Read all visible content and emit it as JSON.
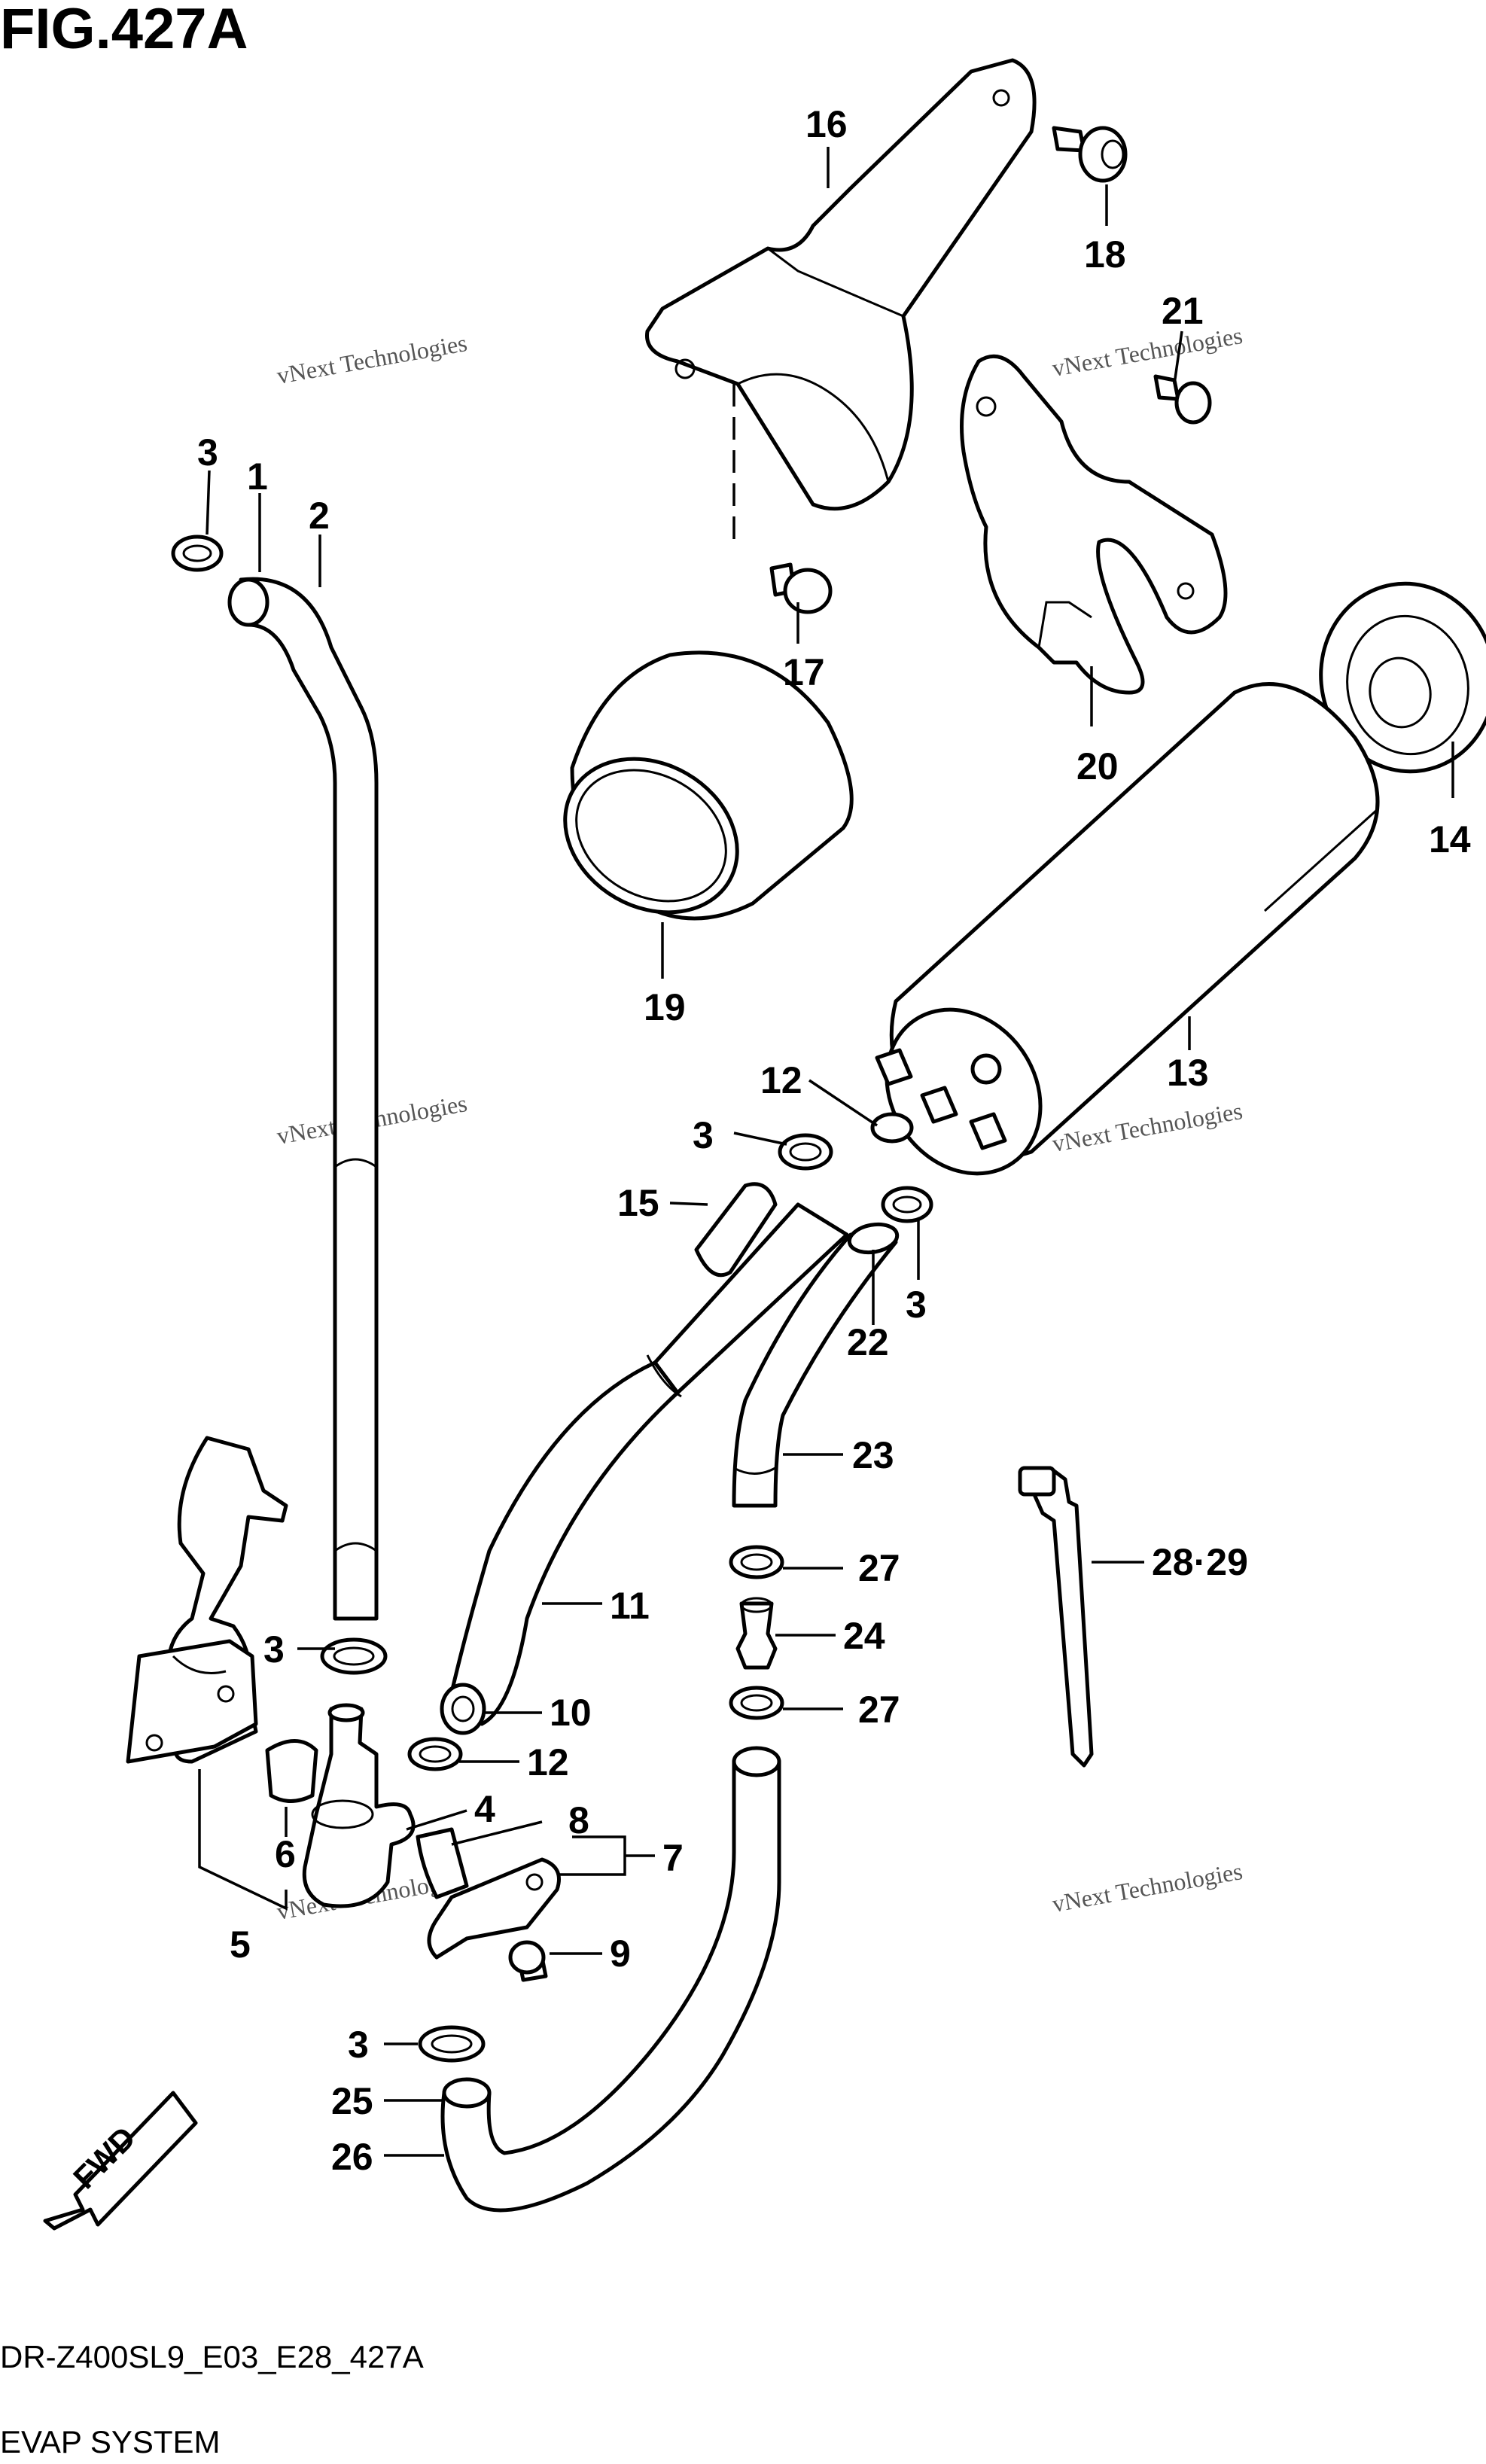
{
  "title": "FIG.427A",
  "footer": {
    "code": "DR-Z400SL9_E03_E28_427A",
    "name": "EVAP SYSTEM"
  },
  "watermark": {
    "line1": "vNext Technologies",
    "line2": "Technologies",
    "line3": "vNext"
  },
  "fwd_label": "FWD",
  "callouts": {
    "c1": "1",
    "c2": "2",
    "c3a": "3",
    "c3b": "3",
    "c3c": "3",
    "c3d": "3",
    "c3e": "3",
    "c4": "4",
    "c5": "5",
    "c6": "6",
    "c7": "7",
    "c8": "8",
    "c9": "9",
    "c10": "10",
    "c11": "11",
    "c12a": "12",
    "c12b": "12",
    "c13": "13",
    "c14": "14",
    "c15": "15",
    "c16": "16",
    "c17": "17",
    "c18": "18",
    "c19": "19",
    "c20": "20",
    "c21": "21",
    "c22": "22",
    "c23": "23",
    "c24": "24",
    "c25": "25",
    "c26": "26",
    "c27a": "27",
    "c27b": "27",
    "c2829": "28·29"
  }
}
